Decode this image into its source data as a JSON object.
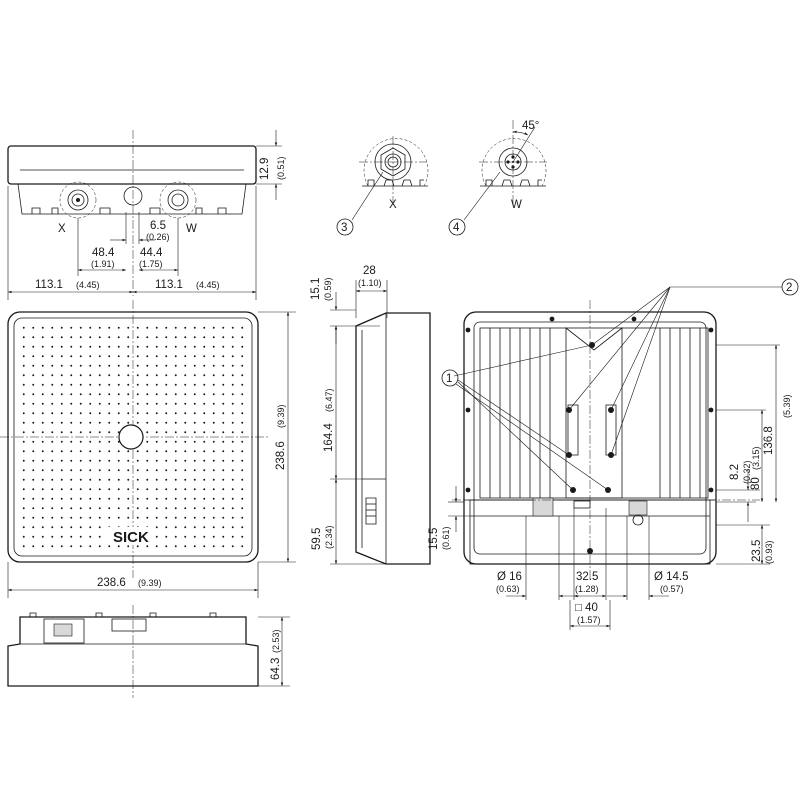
{
  "brand": {
    "logo_text": "SICK"
  },
  "callouts": [
    "1",
    "2",
    "3",
    "4"
  ],
  "connector_labels": {
    "x": "X",
    "w": "W"
  },
  "angle_label": "45°",
  "dimensions": {
    "height_top": {
      "mm": "12.9",
      "in": "(0.51)"
    },
    "pitch": {
      "mm": "6.5",
      "in": "(0.26)"
    },
    "x_offset": {
      "mm": "48.4",
      "in": "(1.91)"
    },
    "w_offset": {
      "mm": "44.4",
      "in": "(1.75)"
    },
    "half_left": {
      "mm": "113.1",
      "in": "(4.45)"
    },
    "half_right": {
      "mm": "113.1",
      "in": "(4.45)"
    },
    "height_front": {
      "mm": "238.6",
      "in": "(9.39)"
    },
    "width_front": {
      "mm": "238.6",
      "in": "(9.39)"
    },
    "depth_bottom": {
      "mm": "64.3",
      "in": "(2.53)"
    },
    "side_top": {
      "mm": "15.1",
      "in": "(0.59)"
    },
    "side_width": {
      "mm": "28",
      "in": "(1.10)"
    },
    "side_mid": {
      "mm": "164.4",
      "in": "(6.47)"
    },
    "side_low": {
      "mm": "59.5",
      "in": "(2.34)"
    },
    "rear_small": {
      "mm": "15.5",
      "in": "(0.61)"
    },
    "rear_8_2": {
      "mm": "8.2",
      "in": "(0.32)"
    },
    "rear_80": {
      "mm": "80",
      "in": "(3.15)"
    },
    "rear_136": {
      "mm": "136.8",
      "in": "(5.39)"
    },
    "rear_23_5": {
      "mm": "23.5",
      "in": "(0.93)"
    },
    "dia_16": {
      "mm": "Ø 16",
      "in": "(0.63)"
    },
    "rear_32_5": {
      "mm": "32.5",
      "in": "(1.28)"
    },
    "dia_14_5": {
      "mm": "Ø 14.5",
      "in": "(0.57)"
    },
    "square_40": {
      "mm": "□ 40",
      "in": "(1.57)"
    }
  }
}
